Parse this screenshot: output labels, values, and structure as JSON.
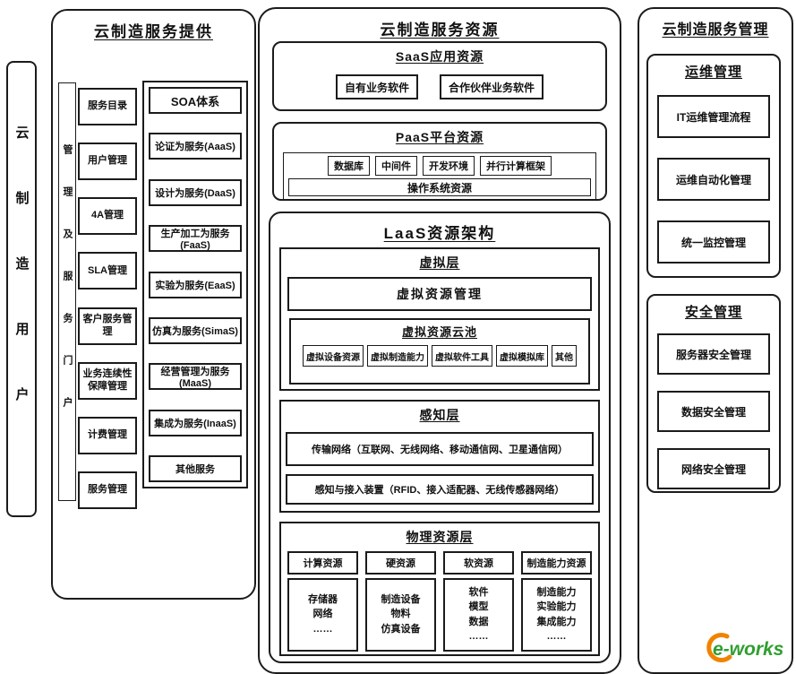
{
  "far_left_strip": {
    "label": "云制造用户"
  },
  "left_panel": {
    "title": "云制造服务提供",
    "portal_label": "管理及服务门户",
    "mgmt_items": [
      "服务目录",
      "用户管理",
      "4A管理",
      "SLA管理",
      "客户服务管理",
      "业务连续性保障管理",
      "计费管理",
      "服务管理"
    ],
    "soa": {
      "title": "SOA体系",
      "items": [
        "论证为服务(AaaS)",
        "设计为服务(DaaS)",
        "生产加工为服务(FaaS)",
        "实验为服务(EaaS)",
        "仿真为服务(SimaS)",
        "经营管理为服务(MaaS)",
        "集成为服务(InaaS)",
        "其他服务"
      ]
    }
  },
  "center_panel": {
    "title": "云制造服务资源",
    "saas": {
      "title": "SaaS应用资源",
      "items": [
        "自有业务软件",
        "合作伙伴业务软件"
      ]
    },
    "paas": {
      "title": "PaaS平台资源",
      "items": [
        "数据库",
        "中间件",
        "开发环境",
        "并行计算框架"
      ],
      "os_bar": "操作系统资源"
    },
    "iaas": {
      "title": "LaaS资源架构",
      "virtual_layer": {
        "title": "虚拟层",
        "mgmt": "虚拟资源管理",
        "pool": {
          "title": "虚拟资源云池",
          "items": [
            "虚拟设备资源",
            "虚拟制造能力",
            "虚拟软件工具",
            "虚拟模拟库",
            "其他"
          ]
        }
      },
      "sensing_layer": {
        "title": "感知层",
        "rows": [
          "传输网络（互联网、无线网络、移动通信网、卫星通信网）",
          "感知与接入装置（RFID、接入适配器、无线传感器网络）"
        ]
      },
      "physical_layer": {
        "title": "物理资源层",
        "columns": [
          {
            "title": "计算资源",
            "lines": [
              "存储器",
              "网络",
              "……"
            ]
          },
          {
            "title": "硬资源",
            "lines": [
              "制造设备",
              "物料",
              "仿真设备"
            ]
          },
          {
            "title": "软资源",
            "lines": [
              "软件",
              "模型",
              "数据",
              "……"
            ]
          },
          {
            "title": "制造能力资源",
            "lines": [
              "制造能力",
              "实验能力",
              "集成能力",
              "……"
            ]
          }
        ]
      }
    }
  },
  "right_panel": {
    "title": "云制造服务管理",
    "ops": {
      "title": "运维管理",
      "items": [
        "IT运维管理流程",
        "运维自动化管理",
        "统一监控管理"
      ]
    },
    "security": {
      "title": "安全管理",
      "items": [
        "服务器安全管理",
        "数据安全管理",
        "网络安全管理"
      ]
    }
  },
  "logo": {
    "text": "e-works",
    "green": "#2f9e2f",
    "orange": "#f08300"
  }
}
